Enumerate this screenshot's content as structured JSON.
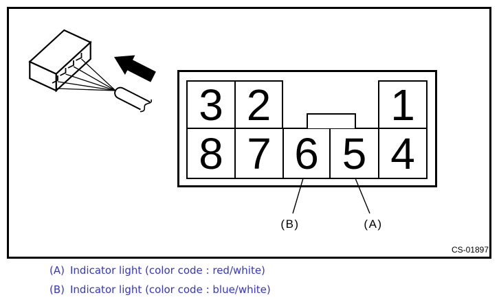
{
  "figure": {
    "code": "CS-01897"
  },
  "connector": {
    "rows": [
      [
        "3",
        "2",
        "1"
      ],
      [
        "8",
        "7",
        "6",
        "5",
        "4"
      ]
    ]
  },
  "callouts": {
    "a": "(A)",
    "b": "(B)"
  },
  "legend": [
    {
      "key": "(A)",
      "text": "Indicator light (color code : red/white)"
    },
    {
      "key": "(B)",
      "text": "Indicator light (color code : blue/white)"
    }
  ],
  "icons": {
    "arrow": "arrow-icon",
    "connector_isometric": "connector-3d-icon",
    "probe": "tester-probe-icon"
  },
  "colors": {
    "line_art": "#000000",
    "legend_text": "#3434cf",
    "background": "#ffffff"
  }
}
